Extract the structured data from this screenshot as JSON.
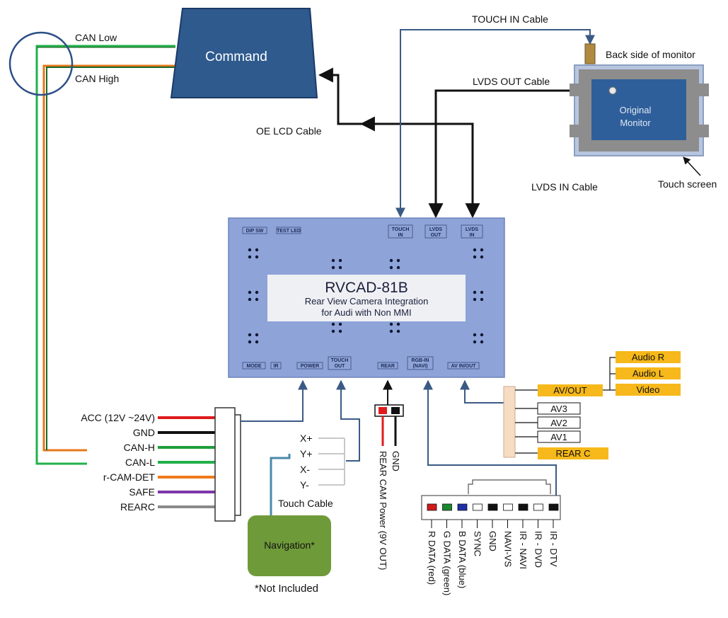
{
  "command": {
    "label": "Command"
  },
  "can": {
    "low": "CAN Low",
    "high": "CAN High"
  },
  "monitor": {
    "back_label": "Back side of monitor",
    "name_line1": "Original",
    "name_line2": "Monitor",
    "touch_screen": "Touch screen"
  },
  "cables": {
    "touch_in": "TOUCH IN Cable",
    "lvds_out": "LVDS OUT Cable",
    "oe_lcd": "OE LCD Cable",
    "lvds_in": "LVDS IN Cable",
    "touch": "Touch Cable"
  },
  "module": {
    "model": "RVCAD-81B",
    "desc1": "Rear View Camera Integration",
    "desc2": "for Audi with Non MMI",
    "top_ports": [
      {
        "l1": "TOUCH",
        "l2": "IN"
      },
      {
        "l1": "LVDS",
        "l2": "OUT"
      },
      {
        "l1": "LVDS",
        "l2": "IN"
      }
    ],
    "top_left_ports": [
      "DIP SW",
      "TEST LED"
    ],
    "bottom_ports": [
      {
        "l1": "MODE",
        "l2": ""
      },
      {
        "l1": "IR",
        "l2": ""
      },
      {
        "l1": "POWER",
        "l2": ""
      },
      {
        "l1": "TOUCH",
        "l2": "OUT"
      },
      {
        "l1": "REAR",
        "l2": ""
      },
      {
        "l1": "RGB-IN",
        "l2": "(NAVI)"
      },
      {
        "l1": "AV IN/OUT",
        "l2": ""
      }
    ]
  },
  "power_wires": [
    {
      "label": "ACC (12V ~24V)",
      "color": "#e01b1b"
    },
    {
      "label": "GND",
      "color": "#111111"
    },
    {
      "label": "CAN-H",
      "color": "#1f9e3a"
    },
    {
      "label": "CAN-L",
      "color": "#22b04a"
    },
    {
      "label": "r-CAM-DET",
      "color": "#f07a1a"
    },
    {
      "label": "SAFE",
      "color": "#7b35a8"
    },
    {
      "label": "REARC",
      "color": "#8a8a8a"
    }
  ],
  "touch_lines": [
    "X+",
    "Y+",
    "X-",
    "Y-"
  ],
  "navigation": {
    "label": "Navigation*",
    "note": "*Not Included"
  },
  "rear_cam": {
    "power": "REAR CAM Power (9V OUT)",
    "gnd": "GND"
  },
  "rgb_pins": [
    {
      "label": "R DATA (red)",
      "color": "#d11a1a"
    },
    {
      "label": "G DATA (green)",
      "color": "#1a8a2e"
    },
    {
      "label": "B DATA (blue)",
      "color": "#1f2fa8"
    },
    {
      "label": "SYNC",
      "color": "#ffffff"
    },
    {
      "label": "GND",
      "color": "#111111"
    },
    {
      "label": "NAVI-VS",
      "color": "#ffffff"
    },
    {
      "label": "IR - NAVI",
      "color": "#111111"
    },
    {
      "label": "IR - DVD",
      "color": "#ffffff"
    },
    {
      "label": "IR - DTV",
      "color": "#111111"
    }
  ],
  "av": {
    "out": "AV/OUT",
    "outputs": [
      "Audio R",
      "Audio L",
      "Video"
    ],
    "inputs": [
      "AV3",
      "AV2",
      "AV1"
    ],
    "rearc": "REAR C"
  },
  "colors": {
    "module_fill": "#8ea3d8",
    "command_fill": "#2e5a8e",
    "monitor_screen": "#2f5f9a",
    "yellow": "#f6b81a",
    "nav_green": "#6f9a3a",
    "can_circle": "#2c4f86"
  }
}
